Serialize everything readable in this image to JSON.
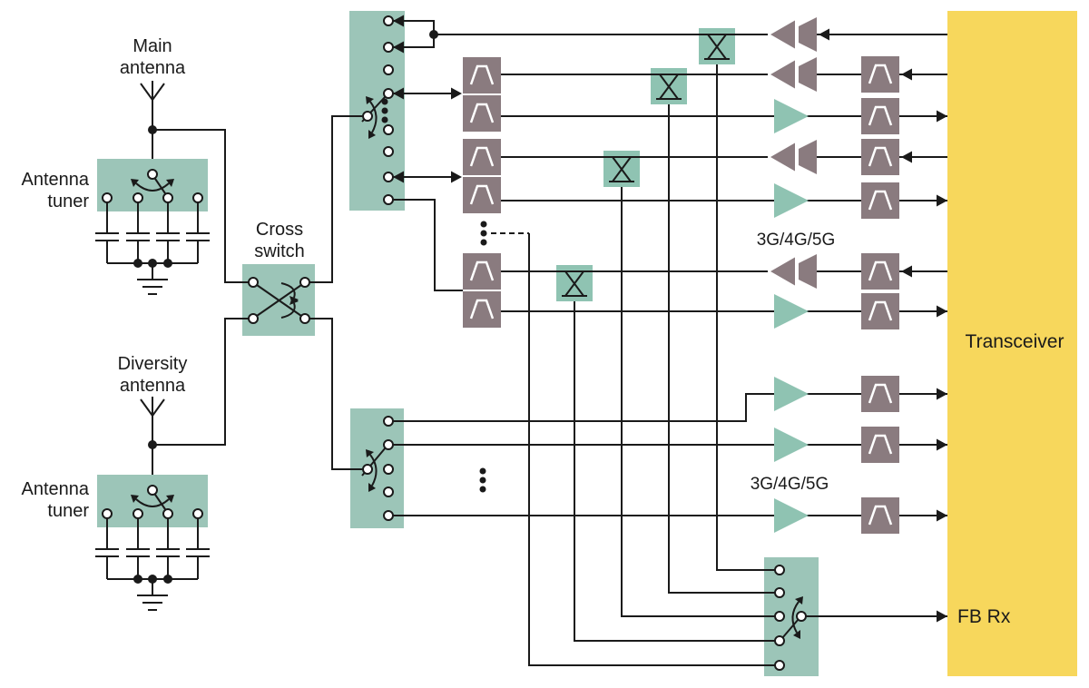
{
  "diagram_type": "rf-front-end-block-diagram",
  "labels": {
    "main_antenna": [
      "Main",
      "antenna"
    ],
    "main_tuner": [
      "Antenna",
      "tuner"
    ],
    "cross_switch": [
      "Cross",
      "switch"
    ],
    "diversity_antenna": [
      "Diversity",
      "antenna"
    ],
    "diversity_tuner": [
      "Antenna",
      "tuner"
    ],
    "band_top": "3G/4G/5G",
    "band_bottom": "3G/4G/5G",
    "transceiver": "Transceiver",
    "fb_rx": "FB Rx"
  },
  "colors": {
    "switch_box_teal": "#9CC5B8",
    "component_teal": "#8FC3B2",
    "filter_amp_brown": "#8A7B7F",
    "transceiver_yellow": "#F7D75C",
    "line": "#1a1a1a",
    "background": "#ffffff"
  },
  "icons": [
    {
      "name": "antenna-icon",
      "shape": "V-with-mast"
    },
    {
      "name": "ground-icon",
      "shape": "three-bar-ground"
    },
    {
      "name": "capacitor-icon",
      "shape": "parallel-plates"
    },
    {
      "name": "rotary-switch-icon",
      "shape": "wiper-with-curved-arrows"
    },
    {
      "name": "cross-switch-icon",
      "shape": "x-crossbar-with-arrows"
    },
    {
      "name": "bandpass-filter-icon",
      "shape": "trapezoid-in-box"
    },
    {
      "name": "directional-coupler-icon",
      "shape": "x-between-two-lines-in-box"
    },
    {
      "name": "power-amplifier-icon",
      "shape": "double-triangle-left"
    },
    {
      "name": "lna-icon",
      "shape": "triangle-right"
    }
  ]
}
